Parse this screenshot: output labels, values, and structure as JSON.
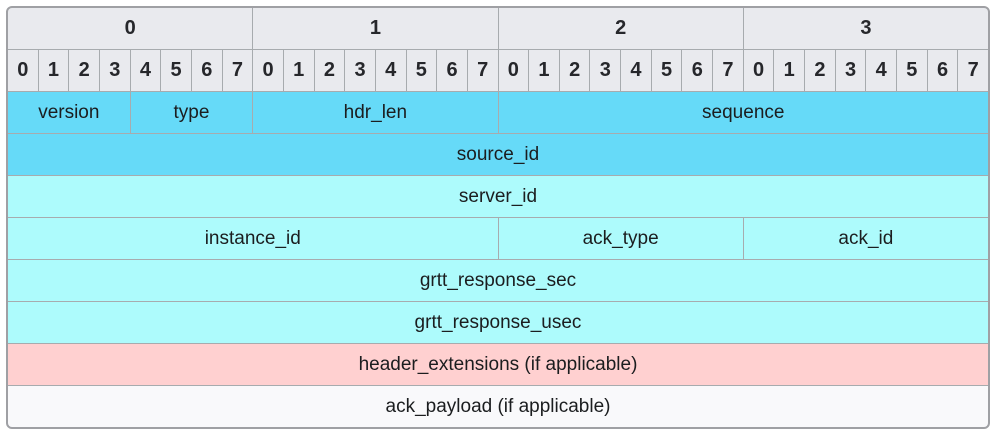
{
  "packet_diagram": {
    "byte_headers": [
      "0",
      "1",
      "2",
      "3"
    ],
    "bit_headers": [
      "0",
      "1",
      "2",
      "3",
      "4",
      "5",
      "6",
      "7"
    ],
    "bits_per_byte": 8,
    "total_bits": 32,
    "rows": [
      {
        "cells": [
          {
            "label": "version",
            "span": 4,
            "fill": "cyan_dark"
          },
          {
            "label": "type",
            "span": 4,
            "fill": "cyan_dark"
          },
          {
            "label": "hdr_len",
            "span": 8,
            "fill": "cyan_dark"
          },
          {
            "label": "sequence",
            "span": 16,
            "fill": "cyan_dark"
          }
        ]
      },
      {
        "cells": [
          {
            "label": "source_id",
            "span": 32,
            "fill": "cyan_dark"
          }
        ]
      },
      {
        "cells": [
          {
            "label": "server_id",
            "span": 32,
            "fill": "cyan_light"
          }
        ]
      },
      {
        "cells": [
          {
            "label": "instance_id",
            "span": 16,
            "fill": "cyan_light"
          },
          {
            "label": "ack_type",
            "span": 8,
            "fill": "cyan_light"
          },
          {
            "label": "ack_id",
            "span": 8,
            "fill": "cyan_light"
          }
        ]
      },
      {
        "cells": [
          {
            "label": "grtt_response_sec",
            "span": 32,
            "fill": "cyan_light"
          }
        ]
      },
      {
        "cells": [
          {
            "label": "grtt_response_usec",
            "span": 32,
            "fill": "cyan_light"
          }
        ]
      },
      {
        "cells": [
          {
            "label": "header_extensions (if applicable)",
            "span": 32,
            "fill": "pink"
          }
        ]
      },
      {
        "cells": [
          {
            "label": "ack_payload (if applicable)",
            "span": 32,
            "fill": "plain"
          }
        ]
      }
    ]
  },
  "colors": {
    "cyan_dark": "#66daf8",
    "cyan_light": "#adfbfc",
    "pink": "#ffd0d0",
    "plain": "#f9f9fb",
    "header_gray": "#e9eaee",
    "grid_line": "#a7abae",
    "outer_border": "#9fa0a4"
  }
}
